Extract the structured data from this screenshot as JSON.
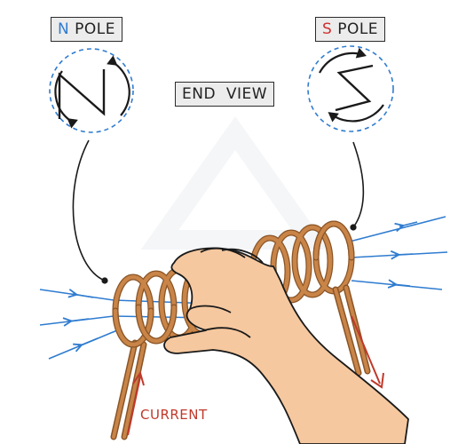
{
  "labels": {
    "n_pole": {
      "letter": "N",
      "rest": " POLE"
    },
    "s_pole": {
      "letter": "S",
      "rest": " POLE"
    },
    "end_view": "END  VIEW",
    "current": "CURRENT"
  },
  "icons": {
    "n_pole_end_view": "anticlockwise-arrows-with-n-shape-icon",
    "s_pole_end_view": "clockwise-arrows-with-s-shape-icon",
    "current_direction": "current-arrow-icon",
    "field_lines": "magnetic-field-line-arrows"
  },
  "colors": {
    "field_line": "#2f7cd0",
    "n_letter": "#2f7cd0",
    "s_letter": "#d03030",
    "current_arrow": "#c0392b",
    "coil_wire": "#b8733a",
    "hand_skin": "#f6c89f",
    "label_bg": "#ececec"
  }
}
